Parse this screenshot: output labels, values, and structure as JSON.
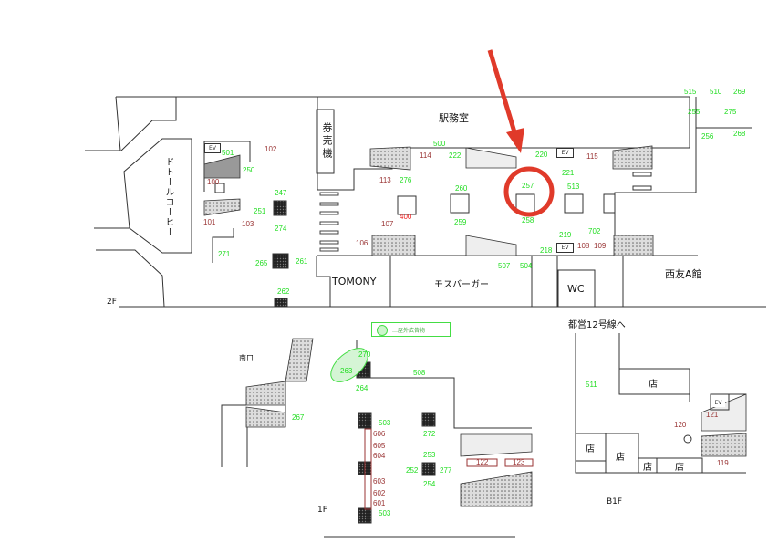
{
  "floors": {
    "f2": "2F",
    "f1": "1F",
    "b1": "B1F"
  },
  "places": {
    "ticket_machine": "券売機",
    "station_office": "駅務室",
    "doutor": "ドトールコーヒー",
    "tomony": "TOMONY",
    "mos": "モスバーガー",
    "wc": "WC",
    "seiyu": "西友A館",
    "south_exit": "南口",
    "toei": "都営12号線へ",
    "shop": "店",
    "ev": "EV"
  },
  "legend": {
    "text": "…屋外広告物"
  },
  "highlight": {
    "target": "257",
    "color": "#e03a2a"
  },
  "colors": {
    "ad": "#22dd22",
    "equipment": "#993333",
    "fire": "#ee2222"
  },
  "markers": [
    {
      "text": "501",
      "kind": "g"
    },
    {
      "text": "250",
      "kind": "g"
    },
    {
      "text": "247",
      "kind": "g"
    },
    {
      "text": "251",
      "kind": "g"
    },
    {
      "text": "274",
      "kind": "g"
    },
    {
      "text": "271",
      "kind": "g"
    },
    {
      "text": "265",
      "kind": "g"
    },
    {
      "text": "261",
      "kind": "g"
    },
    {
      "text": "262",
      "kind": "g"
    },
    {
      "text": "276",
      "kind": "g"
    },
    {
      "text": "500",
      "kind": "g"
    },
    {
      "text": "222",
      "kind": "g"
    },
    {
      "text": "220",
      "kind": "g"
    },
    {
      "text": "221",
      "kind": "g"
    },
    {
      "text": "260",
      "kind": "g"
    },
    {
      "text": "257",
      "kind": "g"
    },
    {
      "text": "513",
      "kind": "g"
    },
    {
      "text": "259",
      "kind": "g"
    },
    {
      "text": "258",
      "kind": "g"
    },
    {
      "text": "219",
      "kind": "g"
    },
    {
      "text": "702",
      "kind": "g"
    },
    {
      "text": "218",
      "kind": "g"
    },
    {
      "text": "507",
      "kind": "g"
    },
    {
      "text": "504",
      "kind": "g"
    },
    {
      "text": "515",
      "kind": "g"
    },
    {
      "text": "510",
      "kind": "g"
    },
    {
      "text": "269",
      "kind": "g"
    },
    {
      "text": "255",
      "kind": "g"
    },
    {
      "text": "275",
      "kind": "g"
    },
    {
      "text": "256",
      "kind": "g"
    },
    {
      "text": "268",
      "kind": "g"
    },
    {
      "text": "102",
      "kind": "r"
    },
    {
      "text": "100",
      "kind": "r"
    },
    {
      "text": "101",
      "kind": "r"
    },
    {
      "text": "103",
      "kind": "r"
    },
    {
      "text": "113",
      "kind": "r"
    },
    {
      "text": "114",
      "kind": "r"
    },
    {
      "text": "400",
      "kind": "rr"
    },
    {
      "text": "107",
      "kind": "r"
    },
    {
      "text": "106",
      "kind": "r"
    },
    {
      "text": "115",
      "kind": "r"
    },
    {
      "text": "108",
      "kind": "r"
    },
    {
      "text": "109",
      "kind": "r"
    },
    {
      "text": "270",
      "kind": "g"
    },
    {
      "text": "263",
      "kind": "g"
    },
    {
      "text": "264",
      "kind": "g"
    },
    {
      "text": "508",
      "kind": "g"
    },
    {
      "text": "267",
      "kind": "g"
    },
    {
      "text": "503",
      "kind": "g"
    },
    {
      "text": "606",
      "kind": "r"
    },
    {
      "text": "605",
      "kind": "r"
    },
    {
      "text": "604",
      "kind": "r"
    },
    {
      "text": "603",
      "kind": "r"
    },
    {
      "text": "602",
      "kind": "r"
    },
    {
      "text": "601",
      "kind": "r"
    },
    {
      "text": "503",
      "kind": "g"
    },
    {
      "text": "272",
      "kind": "g"
    },
    {
      "text": "253",
      "kind": "g"
    },
    {
      "text": "252",
      "kind": "g"
    },
    {
      "text": "277",
      "kind": "g"
    },
    {
      "text": "254",
      "kind": "g"
    },
    {
      "text": "122",
      "kind": "r"
    },
    {
      "text": "123",
      "kind": "r"
    },
    {
      "text": "511",
      "kind": "g"
    },
    {
      "text": "121",
      "kind": "r"
    },
    {
      "text": "120",
      "kind": "r"
    },
    {
      "text": "119",
      "kind": "r"
    }
  ]
}
